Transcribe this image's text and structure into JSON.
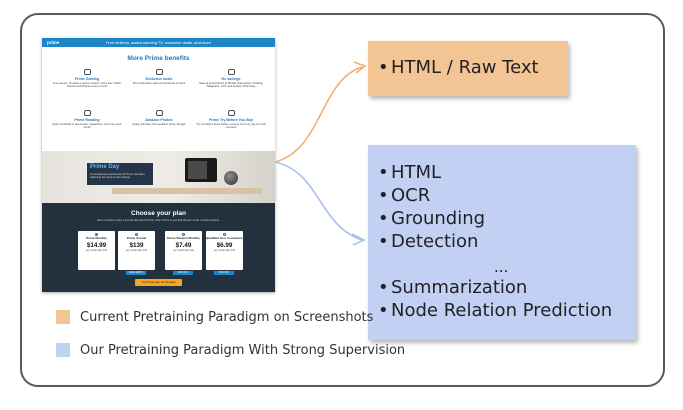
{
  "screenshot": {
    "top_bar": {
      "logo": "prime",
      "banner": "Free delivery, award-winning TV, exclusive deals, and more"
    },
    "benefits_title": "More Prime benefits",
    "benefits": [
      {
        "title": "Prime Gaming",
        "desc": "Free games, bonuses in-game content, and a free Twitch channel subscription every month"
      },
      {
        "title": "Exclusive deals",
        "desc": "Prime Members save on thousands of items"
      },
      {
        "title": "Rx savings",
        "desc": "Save at prescriptions at 60,000 pharmacies, including Walgreens, CVS, and Amazon Pharmacy"
      },
      {
        "title": "Prime Reading",
        "desc": "Enjoy hundreds of rare books, magazines, and more each month"
      },
      {
        "title": "Amazon Photos",
        "desc": "Enjoy unlimited, full-resolution photo storage"
      },
      {
        "title": "Prime Try Before You Buy",
        "desc": "Try on fashion items before you buy, and only pay for what you keep"
      }
    ],
    "hero": {
      "title": "Prime Day",
      "subtitle": "An annual event exclusively for Prime members, delivering two days of epic savings"
    },
    "plan": {
      "title": "Choose your plan",
      "subtitle": "New members enjoy a free 30-day trial of Prime. After, Prime is just $14.99 per month. Cancel anytime.",
      "cards": [
        {
          "name": "Prime Monthly",
          "price": "$14.99",
          "unit": "per month after trial",
          "badge": ""
        },
        {
          "name": "Prime Annual",
          "price": "$139",
          "unit": "per month after trial",
          "badge": "SAVE $40/YR"
        },
        {
          "name": "Prime Student Monthly",
          "price": "$7.49",
          "unit": "per month after trial",
          "badge": "50% OFF"
        },
        {
          "name": "Qualified Gov. Assistance",
          "price": "$6.99",
          "unit": "per month after trial",
          "badge": "50% OFF"
        }
      ],
      "cta": "Try Prime free for 30 days"
    }
  },
  "orange_box": {
    "color": "#f3c595",
    "items": [
      "HTML / Raw Text"
    ]
  },
  "blue_box": {
    "color": "#c2d0f3",
    "items_top": [
      "HTML",
      "OCR",
      "Grounding",
      "Detection"
    ],
    "ellipsis": "...",
    "items_bottom": [
      "Summarization",
      "Node Relation Prediction"
    ]
  },
  "legend": [
    {
      "label": "Current Pretraining Paradigm on Screenshots",
      "color": "#f3c595"
    },
    {
      "label": "Our Pretraining Paradigm With Strong Supervision",
      "color": "#c2d0f3"
    }
  ],
  "bullet": "•",
  "arrow_colors": {
    "orange": "#f0b070",
    "blue": "#a9c0ee"
  }
}
